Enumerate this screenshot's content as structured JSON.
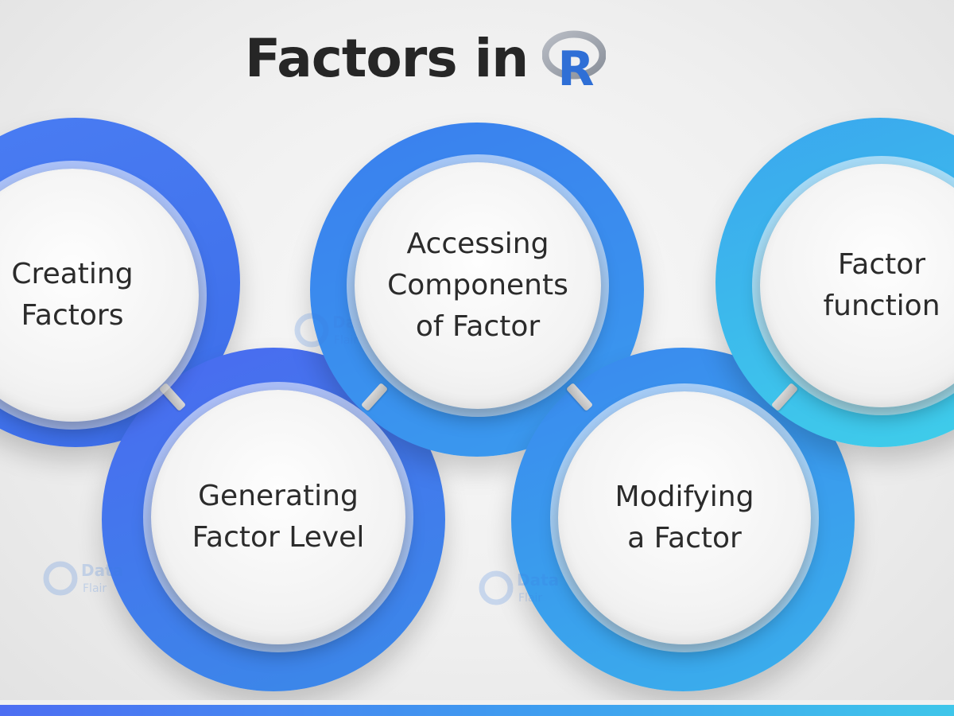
{
  "header": {
    "title_text": "Factors in",
    "logo_letter": "R"
  },
  "diagram": {
    "nodes": [
      {
        "id": "creating",
        "label": "Creating\nFactors",
        "ring_from": "#4a7df3",
        "ring_to": "#3c6de8"
      },
      {
        "id": "generating",
        "label": "Generating\nFactor Level",
        "ring_from": "#4a6af0",
        "ring_to": "#3a8ae8"
      },
      {
        "id": "accessing",
        "label": "Accessing\nComponents\nof Factor",
        "ring_from": "#3a7fee",
        "ring_to": "#3a9bee"
      },
      {
        "id": "modifying",
        "label": "Modifying\na Factor",
        "ring_from": "#3a88ee",
        "ring_to": "#3ab0ec"
      },
      {
        "id": "factor-function",
        "label": "Factor\nfunction",
        "ring_from": "#3aa6ee",
        "ring_to": "#3fd0ea"
      }
    ]
  },
  "watermark": {
    "line1": "Data",
    "line2": "Flair"
  },
  "colors": {
    "title": "#262626",
    "bar_start": "#4d6ef2",
    "bar_end": "#3fc6ea"
  }
}
